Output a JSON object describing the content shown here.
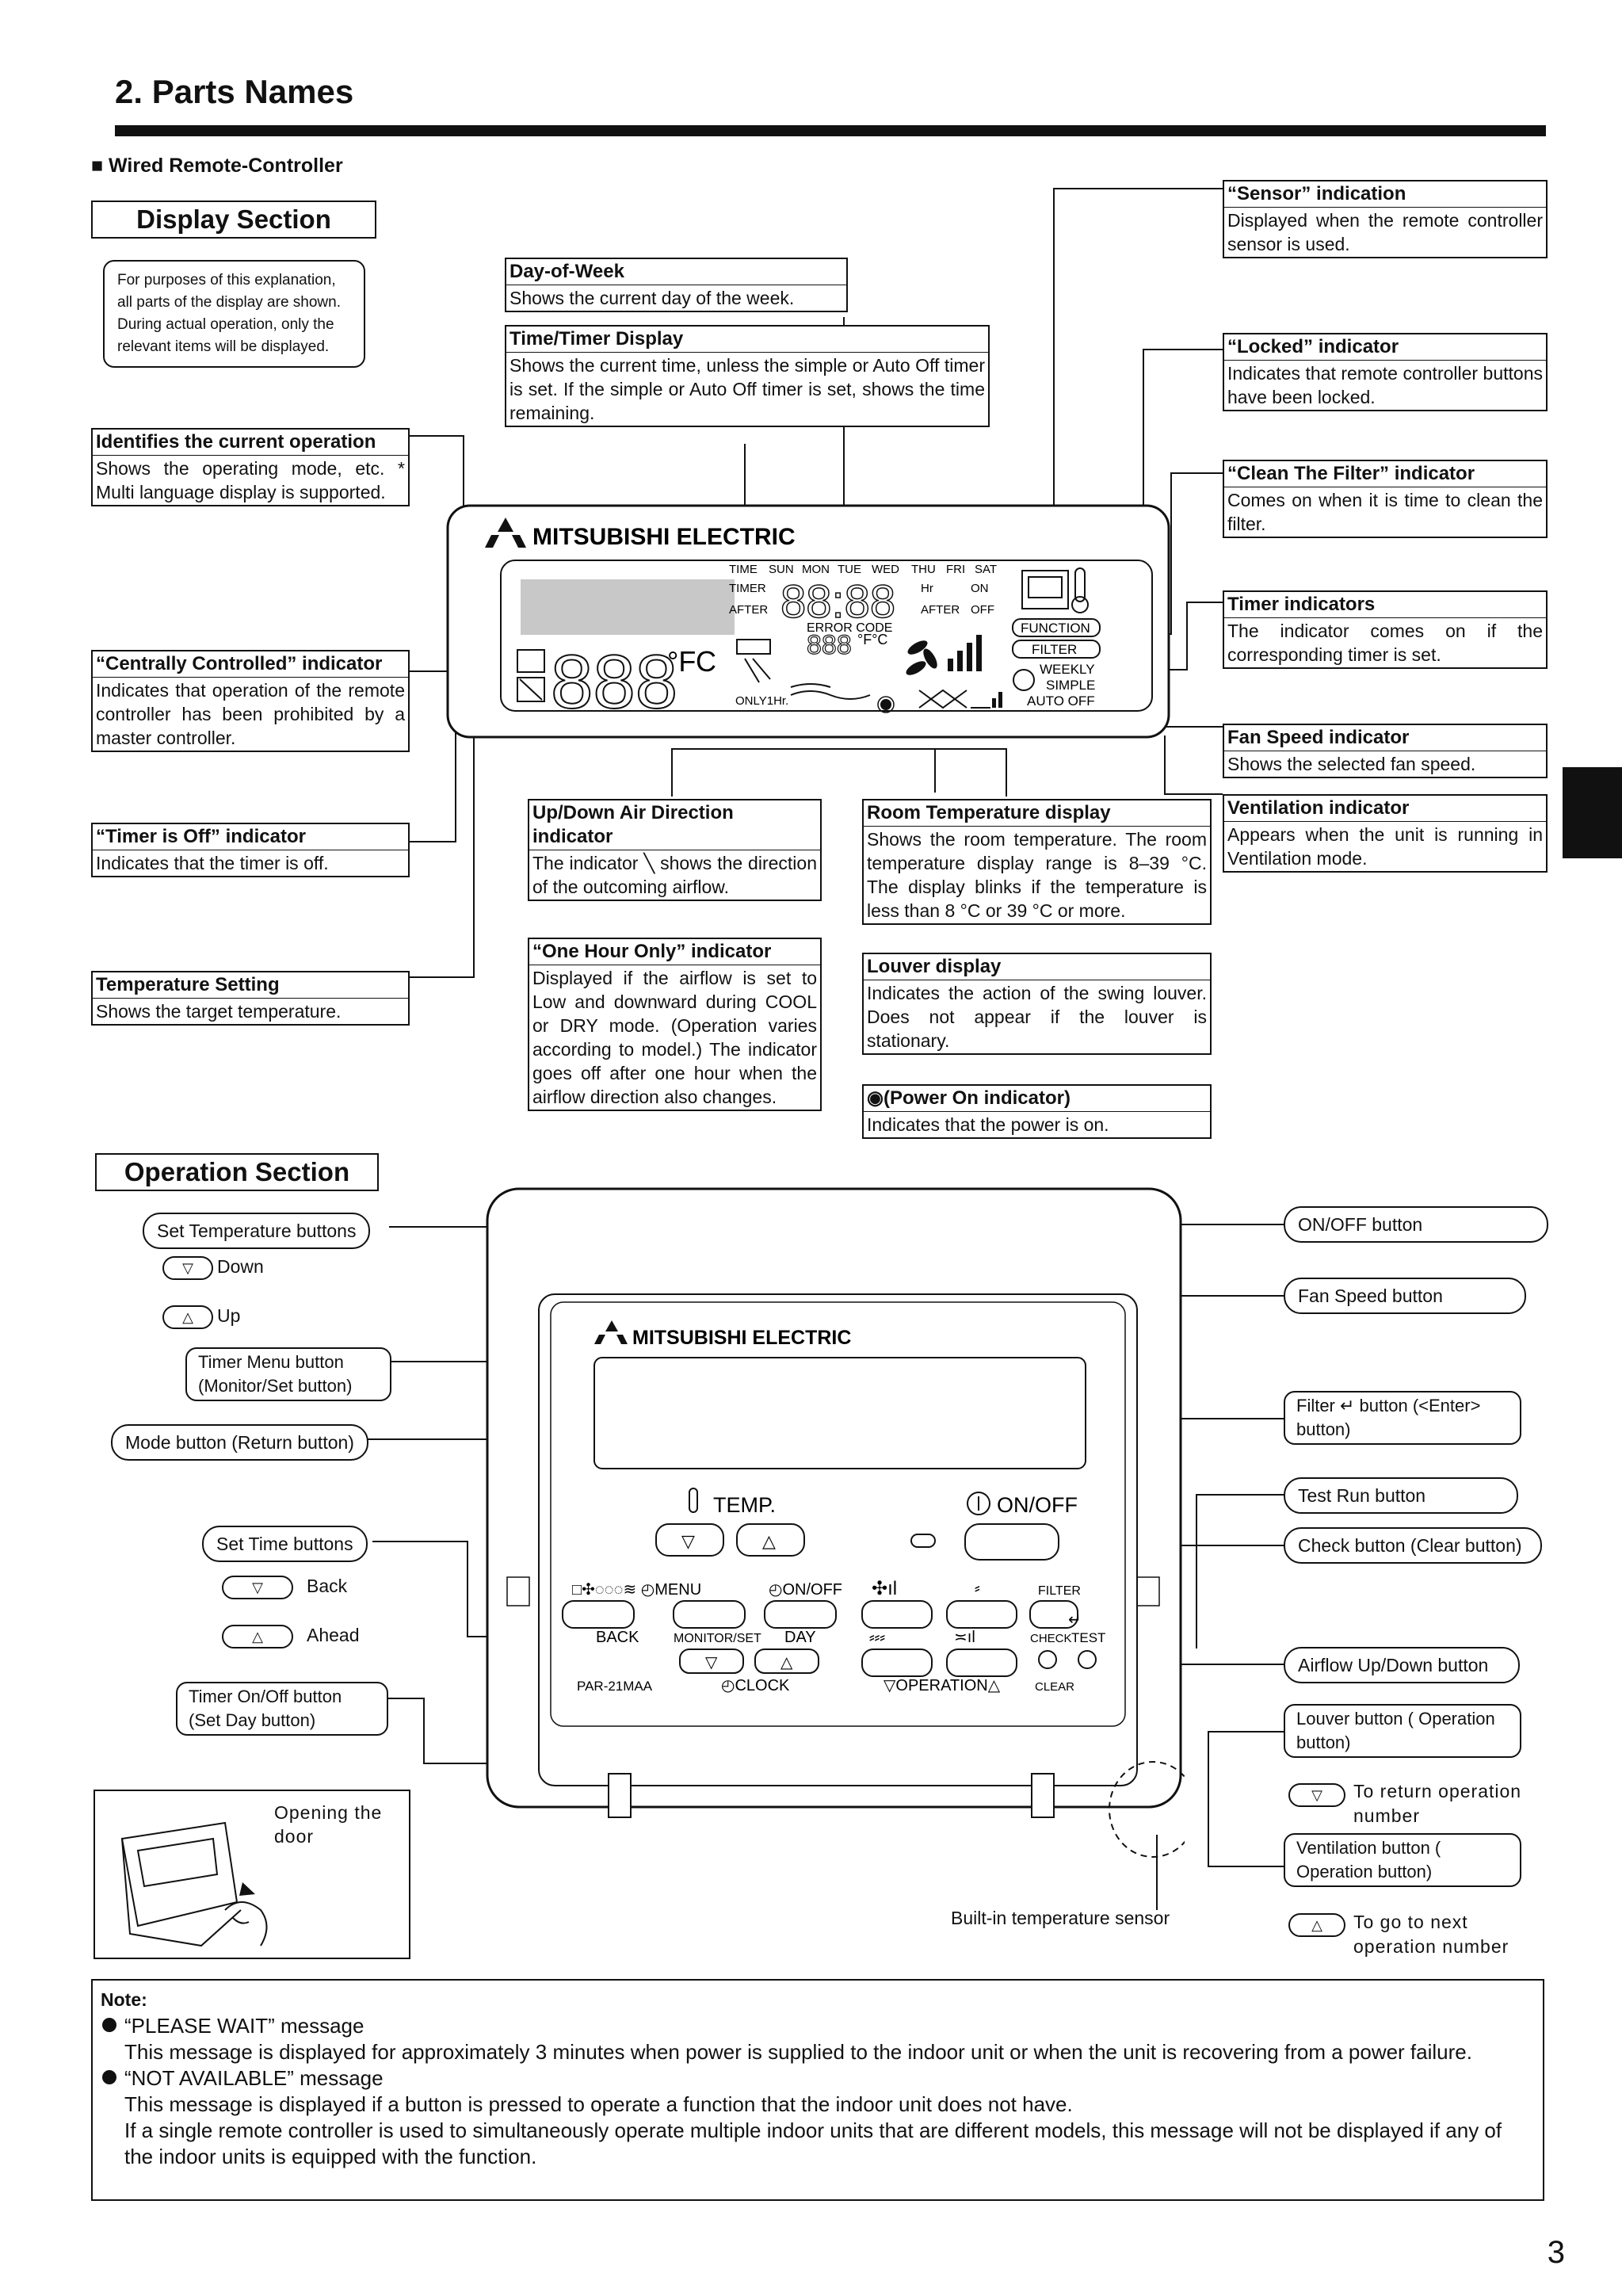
{
  "page": {
    "title": "2. Parts Names",
    "subtitle": "Wired Remote-Controller",
    "page_number": "3"
  },
  "display_section": {
    "heading": "Display Section",
    "intro": "For purposes of this explanation, all parts of the display are shown. During actual operation, only the relevant items will be displayed.",
    "callouts": {
      "day_of_week": {
        "title": "Day-of-Week",
        "text": "Shows the current day of the week."
      },
      "time_timer": {
        "title": "Time/Timer Display",
        "text": "Shows the current time, unless the simple or Auto Off timer is set. If the simple or Auto Off timer is set, shows the time remaining."
      },
      "current_operation": {
        "title": "Identifies the current operation",
        "text": "Shows the operating mode, etc. * Multi language display is supported."
      },
      "centrally_controlled": {
        "title": "“Centrally Controlled” indicator",
        "text": "Indicates that operation of the remote controller has been prohibited by a master controller."
      },
      "timer_off": {
        "title": "“Timer is Off” indicator",
        "text": "Indicates that the timer is off."
      },
      "temperature_setting": {
        "title": "Temperature Setting",
        "text": "Shows the target temperature."
      },
      "air_direction": {
        "title": "Up/Down Air Direction indicator",
        "text_before": "The indicator",
        "text_after": "shows the direction of the outcoming airflow."
      },
      "one_hour": {
        "title": "“One Hour Only” indicator",
        "text": "Displayed if the airflow is set to Low and downward during COOL or DRY mode. (Operation varies according to model.) The indicator goes off after one hour when the airflow direction also changes."
      },
      "room_temp": {
        "title": "Room Temperature display",
        "text": "Shows the room temperature. The room temperature display range is 8–39 °C. The display blinks if the temperature is less than 8 °C or 39 °C or more."
      },
      "louver": {
        "title": "Louver display",
        "text": "Indicates the action of the swing louver. Does not appear if the louver is stationary."
      },
      "power_on": {
        "title": "(Power On indicator)",
        "text": "Indicates that the power is on."
      },
      "sensor": {
        "title": "“Sensor” indication",
        "text": "Displayed when the remote controller sensor is used."
      },
      "locked": {
        "title": "“Locked” indicator",
        "text": "Indicates that remote controller buttons have been locked."
      },
      "clean_filter": {
        "title": "“Clean The Filter” indicator",
        "text": "Comes on when it is time to clean the filter."
      },
      "timer_indicators": {
        "title": "Timer indicators",
        "text": "The indicator comes on if the corresponding timer is set."
      },
      "fan_speed": {
        "title": "Fan Speed indicator",
        "text": "Shows the selected fan speed."
      },
      "ventilation": {
        "title": "Ventilation indicator",
        "text": "Appears when the unit is running in Ventilation mode."
      }
    },
    "lcd": {
      "brand": "MITSUBISHI ELECTRIC",
      "days": [
        "TIME",
        "SUN",
        "MON",
        "TUE",
        "WED",
        "THU",
        "FRI",
        "SAT"
      ],
      "timer": "TIMER",
      "after": "AFTER",
      "hr": "Hr",
      "on": "ON",
      "after2": "AFTER",
      "off": "OFF",
      "error_code": "ERROR CODE",
      "unit_f": "°F",
      "unit_fc": "°F°C",
      "only1hr": "ONLY1Hr.",
      "function": "FUNCTION",
      "filter": "FILTER",
      "weekly": "WEEKLY",
      "simple": "SIMPLE",
      "auto_off": "AUTO OFF",
      "digits_time": "88:88",
      "digits_temp": "888",
      "digits_room": "888"
    }
  },
  "operation_section": {
    "heading": "Operation Section",
    "left_labels": {
      "set_temp": "Set Temperature buttons",
      "down": "Down",
      "up": "Up",
      "timer_menu": "Timer Menu button (Monitor/Set button)",
      "mode": "Mode button (Return button)",
      "set_time": "Set Time buttons",
      "back": "Back",
      "ahead": "Ahead",
      "timer_onoff": "Timer On/Off button (Set Day button)",
      "opening": "Opening the door"
    },
    "right_labels": {
      "onoff": "ON/OFF button",
      "fan_speed": "Fan Speed button",
      "filter_enter": "Filter ↵ button (<Enter> button)",
      "test_run": "Test Run button",
      "check": "Check button (Clear button)",
      "airflow": "Airflow Up/Down button",
      "louver": "Louver button ( Operation button)",
      "return_op": "To return operation number",
      "ventilation": "Ventilation button ( Operation button)",
      "next_op": "To go to next operation number",
      "sensor": "Built-in temperature sensor"
    },
    "controller": {
      "brand": "MITSUBISHI ELECTRIC",
      "temp": "TEMP.",
      "onoff": "ON/OFF",
      "menu": "MENU",
      "onoff_small": "ON/OFF",
      "filter": "FILTER",
      "back": "BACK",
      "monitor_set": "MONITOR/SET",
      "day": "DAY",
      "check": "CHECK",
      "test": "TEST",
      "model": "PAR-21MAA",
      "clock": "CLOCK",
      "operation": "OPERATION",
      "clear": "CLEAR"
    }
  },
  "note": {
    "heading": "Note:",
    "items": [
      {
        "title": "“PLEASE WAIT” message",
        "text": "This message is displayed for approximately 3 minutes when power is supplied to the indoor unit or when the unit is recovering from a power failure."
      },
      {
        "title": "“NOT AVAILABLE” message",
        "text": "This message is displayed if a button is pressed to operate a function that the indoor unit does not have.",
        "text2": "If a single remote controller is used to simultaneously operate multiple indoor units that are different models, this message will not be displayed if any of the indoor units is equipped with the function."
      }
    ]
  }
}
